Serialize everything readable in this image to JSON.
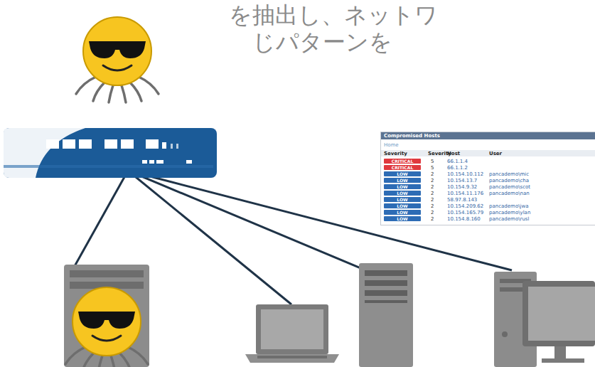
{
  "diagram": {
    "nodes": [
      {
        "text": [
          "Compromised Hosts"
        ]
      },
      {
        "text": [
          "CRITICAL"
        ],
        "in": 0
      },
      {
        "text": [
          "CRITICAL"
        ],
        "in": 0
      },
      {
        "text": [
          "LOW"
        ],
        "in": 0
      },
      {
        "text": [
          "LOW"
        ],
        "in": 0
      },
      {
        "text": [
          "LOW"
        ],
        "in": 0
      },
      {
        "text": [
          "LOW"
        ],
        "in": 0
      },
      {
        "text": [
          "LOW"
        ],
        "in": 0
      },
      {
        "text": [
          "LOW"
        ],
        "in": 0
      },
      {
        "text": [
          "LOW"
        ],
        "in": 0
      },
      {
        "text": [
          "LOW"
        ],
        "in": 0
      }
    ],
    "labels": [
      "を抽出し、ネットワ",
      "じパターンを",
      "Home",
      "Severity",
      "Severity",
      "Host",
      "User",
      "5",
      "66.1.1.4",
      "5",
      "66.1.1.2",
      "2",
      "10.154.10.112",
      "pancademo\\mic",
      "2",
      "10.154.13.7",
      "pancademo\\cha",
      "2",
      "10.154.9.32",
      "pancademo\\scot",
      "2",
      "10.154.11.176",
      "pancademo\\nan",
      "2",
      "58.97.8.143",
      "2",
      "10.154.209.62",
      "pancademo\\jwa",
      "2",
      "10.154.165.79",
      "pancademo\\ylan",
      "2",
      "10.154.8.160",
      "pancademo\\rusl"
    ]
  }
}
